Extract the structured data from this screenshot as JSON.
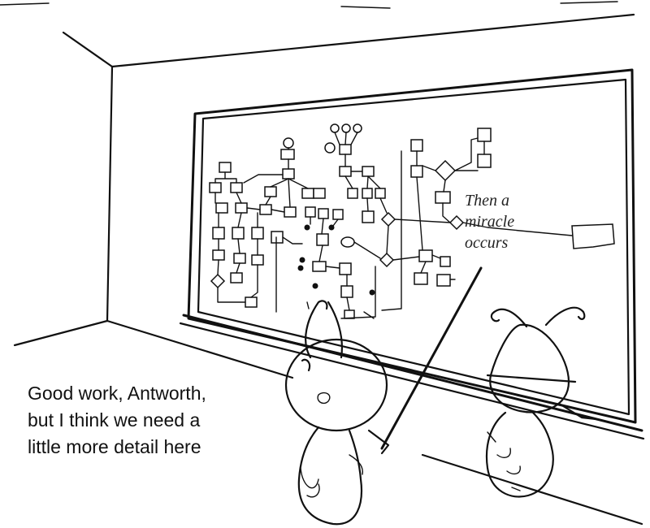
{
  "caption": {
    "lines": [
      "Good work, Antworth,",
      "but I think we need a",
      "little more detail here"
    ]
  },
  "board_note": {
    "lines": [
      "Then a",
      "miracle",
      "occurs"
    ]
  },
  "icons": [
    "flowchart-diagram",
    "ant-character-antworth",
    "ant-character-boss",
    "pointer-stick"
  ]
}
